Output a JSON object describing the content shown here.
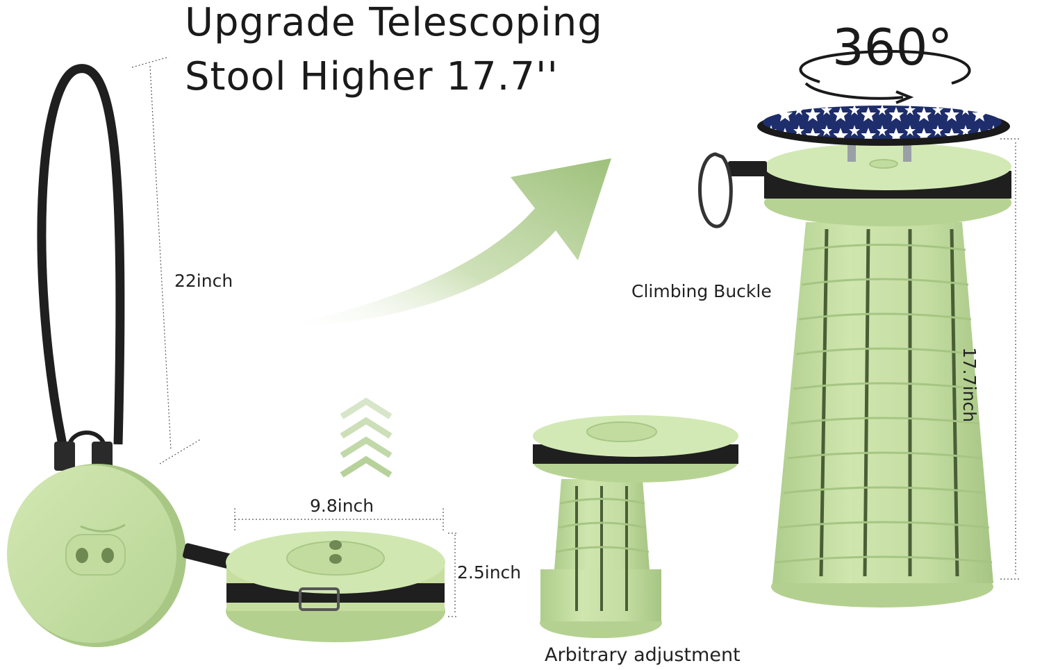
{
  "headline": {
    "line1": "Upgrade Telescoping",
    "line2": "Stool Higher 17.7''"
  },
  "rotation_label": "360°",
  "dimensions": {
    "strap_length": "22inch",
    "diameter": "9.8inch",
    "folded_height": "2.5inch",
    "extended_height": "17.7inch"
  },
  "callouts": {
    "buckle": "Climbing Buckle",
    "adjustment": "Arbitrary adjustment"
  },
  "colors": {
    "stool_green": "#c7dfa4",
    "stool_shadow": "#a9c985",
    "band_black": "#1f1f1f",
    "cushion_navy": "#1e2d6b",
    "arrow_green": "#9dc07a"
  }
}
